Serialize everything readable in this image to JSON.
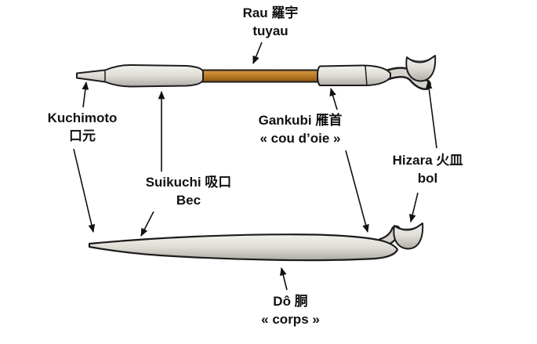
{
  "labels": {
    "rau": {
      "line1": "Rau 羅宇",
      "line2": "tuyau"
    },
    "kuchimoto": {
      "line1": "Kuchimoto",
      "line2": "口元"
    },
    "suikuchi": {
      "line1": "Suikuchi 吸口",
      "line2": "Bec"
    },
    "gankubi": {
      "line1": "Gankubi 雁首",
      "line2": "« cou d’oie »"
    },
    "hizara": {
      "line1": "Hizara 火皿",
      "line2": "bol"
    },
    "do": {
      "line1": "Dô 胴",
      "line2": "« corps »"
    }
  },
  "colors": {
    "background": "#ffffff",
    "metal_light": "#f5f3ee",
    "metal_mid": "#dedcd5",
    "metal_dark": "#aeaca5",
    "bamboo_light": "#d89a45",
    "bamboo_dark": "#8a5412",
    "outline": "#1c1c1c",
    "arrow": "#111111",
    "text": "#111111"
  }
}
